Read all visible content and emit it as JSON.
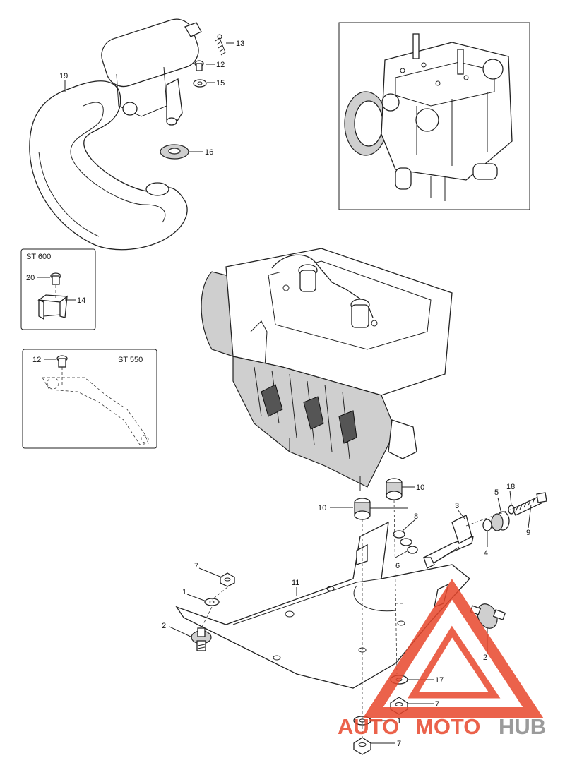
{
  "callouts": {
    "c1a": "1",
    "c1b": "1",
    "c2a": "2",
    "c2b": "2",
    "c3": "3",
    "c4": "4",
    "c5": "5",
    "c6": "6",
    "c7a": "7",
    "c7b": "7",
    "c7c": "7",
    "c8": "8",
    "c9": "9",
    "c10a": "10",
    "c10b": "10",
    "c11": "11",
    "c12a": "12",
    "c12b": "12",
    "c13": "13",
    "c14": "14",
    "c15": "15",
    "c16": "16",
    "c17": "17",
    "c18": "18",
    "c19": "19",
    "c20": "20"
  },
  "inset_boxes": {
    "st600_label": "ST 600",
    "st550_label": "ST 550"
  },
  "watermark": {
    "part1": "AUTO",
    "part2": "MOTO",
    "part3": "HUB",
    "color_red": "#e8472c",
    "color_gray": "#8a8a8a"
  }
}
